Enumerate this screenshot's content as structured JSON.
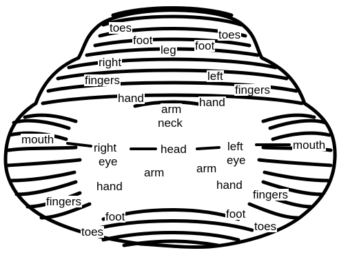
{
  "labels": {
    "toes_top_left": "toes",
    "toes_top_right": "toes",
    "foot_top_left": "foot",
    "foot_top_right": "foot",
    "leg": "leg",
    "right_fingers_top_word1": "right",
    "right_fingers_top_word2": "fingers",
    "left_fingers_top_word1": "left",
    "left_fingers_top_word2": "fingers",
    "hand_top_left": "hand",
    "hand_top_right": "hand",
    "arm_top": "arm",
    "neck": "neck",
    "mouth_left": "mouth",
    "mouth_right": "mouth",
    "right_eye_word1": "right",
    "right_eye_word2": "eye",
    "head": "head",
    "left_eye_word1": "left",
    "left_eye_word2": "eye",
    "arm_lower_left": "arm",
    "arm_lower_right": "arm",
    "hand_lower_left": "hand",
    "hand_lower_right": "hand",
    "fingers_lower_left": "fingers",
    "fingers_lower_right": "fingers",
    "foot_lower_left": "foot",
    "foot_lower_right": "foot",
    "toes_lower_left": "toes",
    "toes_lower_right": "toes"
  }
}
